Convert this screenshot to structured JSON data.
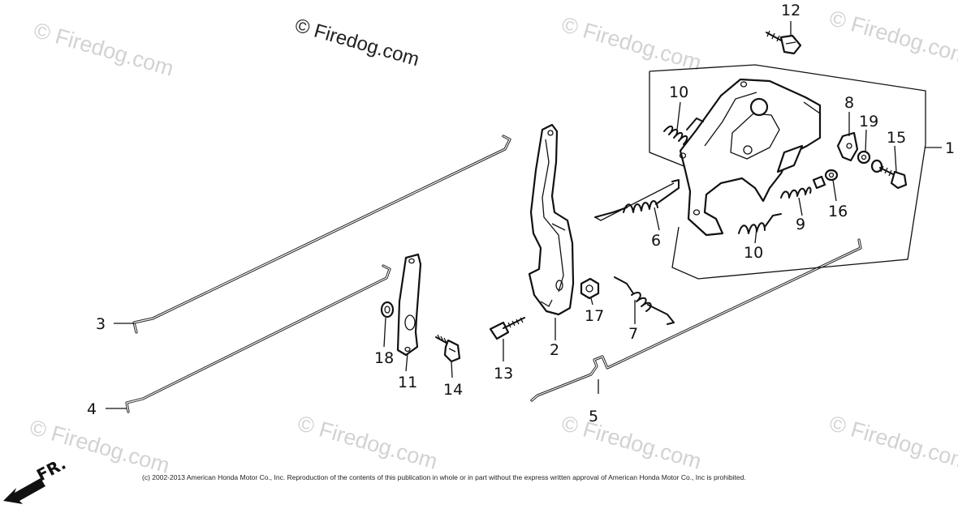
{
  "watermarks": {
    "main": "© Firedog.com",
    "faint": "© Firedog.com"
  },
  "callouts": [
    {
      "id": "1",
      "label": "1"
    },
    {
      "id": "2",
      "label": "2"
    },
    {
      "id": "3",
      "label": "3"
    },
    {
      "id": "4",
      "label": "4"
    },
    {
      "id": "5",
      "label": "5"
    },
    {
      "id": "6",
      "label": "6"
    },
    {
      "id": "7",
      "label": "7"
    },
    {
      "id": "8",
      "label": "8"
    },
    {
      "id": "9",
      "label": "9"
    },
    {
      "id": "10a",
      "label": "10"
    },
    {
      "id": "10b",
      "label": "10"
    },
    {
      "id": "11",
      "label": "11"
    },
    {
      "id": "12",
      "label": "12"
    },
    {
      "id": "13",
      "label": "13"
    },
    {
      "id": "14",
      "label": "14"
    },
    {
      "id": "15",
      "label": "15"
    },
    {
      "id": "16",
      "label": "16"
    },
    {
      "id": "17",
      "label": "17"
    },
    {
      "id": "18",
      "label": "18"
    },
    {
      "id": "19",
      "label": "19"
    }
  ],
  "direction_label": "FR.",
  "copyright": "(c) 2002-2013 American Honda Motor Co., Inc. Reproduction of the contents of this publication in whole or in part without the express written approval of American Honda Motor Co., Inc is prohibited."
}
